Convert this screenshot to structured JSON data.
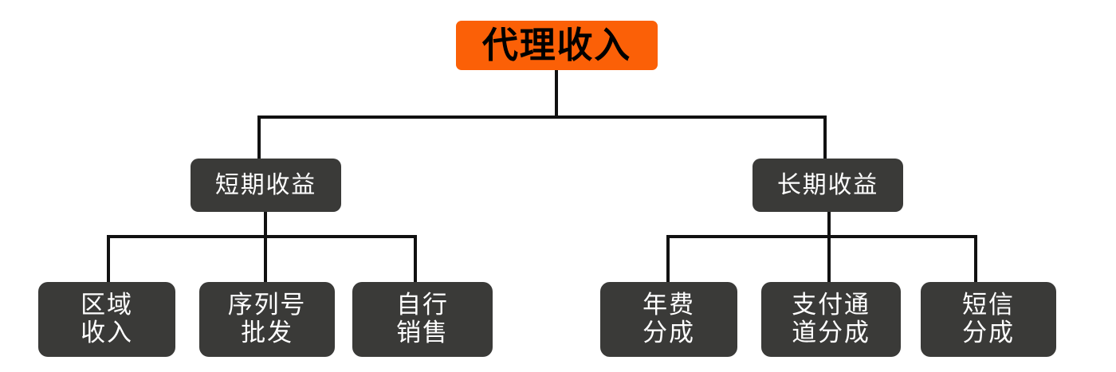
{
  "diagram": {
    "type": "org-chart",
    "orientation": "top-down",
    "root": {
      "id": "root",
      "label": "代理收入",
      "color": "#FB6007",
      "text_color": "#000000"
    },
    "levels": [
      {
        "level": 2,
        "nodes": [
          {
            "id": "short-term",
            "label": "短期收益",
            "color": "#3A3A38",
            "text_color": "#FFFFFF"
          },
          {
            "id": "long-term",
            "label": "长期收益",
            "color": "#3A3A38",
            "text_color": "#FFFFFF"
          }
        ]
      },
      {
        "level": 3,
        "nodes": [
          {
            "id": "region-income",
            "label": "区域\n收入",
            "parent": "short-term",
            "color": "#3A3A38",
            "text_color": "#FFFFFF"
          },
          {
            "id": "serial-wholesale",
            "label": "序列号\n批发",
            "parent": "short-term",
            "color": "#3A3A38",
            "text_color": "#FFFFFF"
          },
          {
            "id": "self-sales",
            "label": "自行\n销售",
            "parent": "short-term",
            "color": "#3A3A38",
            "text_color": "#FFFFFF"
          },
          {
            "id": "annual-fee-share",
            "label": "年费\n分成",
            "parent": "long-term",
            "color": "#3A3A38",
            "text_color": "#FFFFFF"
          },
          {
            "id": "payment-channel-share",
            "label": "支付通\n道分成",
            "parent": "long-term",
            "color": "#3A3A38",
            "text_color": "#FFFFFF"
          },
          {
            "id": "sms-share",
            "label": "短信\n分成",
            "parent": "long-term",
            "color": "#3A3A38",
            "text_color": "#FFFFFF"
          }
        ]
      }
    ],
    "connector_color": "#111111",
    "background": "#FFFFFF"
  }
}
